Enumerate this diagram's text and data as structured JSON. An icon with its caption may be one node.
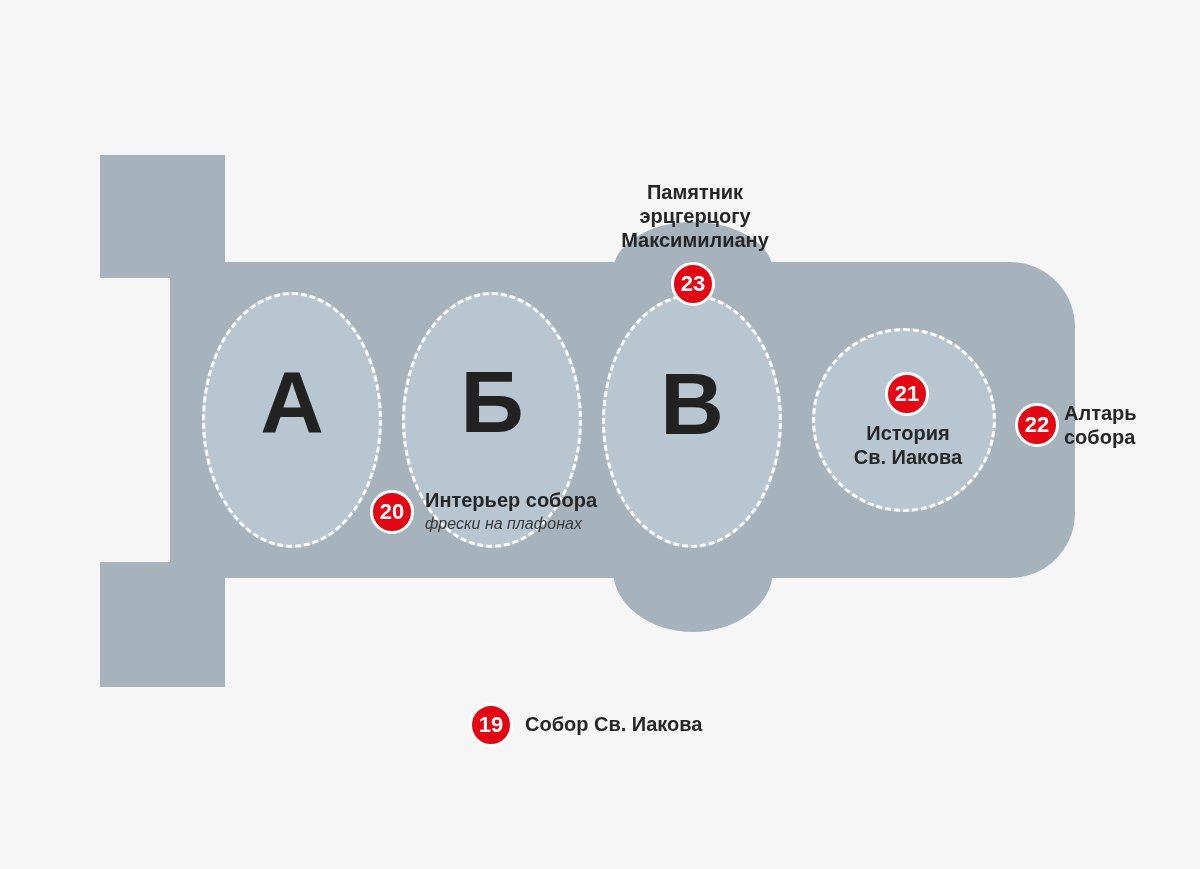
{
  "diagram": {
    "nodes": [
      {
        "text": [
          "23"
        ],
        "beside": [
          "Памятник эрцгерцогу Максимилиану"
        ]
      },
      {
        "text": [
          "А"
        ]
      },
      {
        "text": [
          "Б"
        ]
      },
      {
        "text": [
          "В"
        ]
      },
      {
        "text": [],
        "shape": "circle"
      },
      {
        "text": [
          "21"
        ],
        "in": 4,
        "beside": [
          "История Св. Иакова"
        ]
      },
      {
        "text": [
          "22"
        ],
        "beside": [
          "Алтарь собора"
        ]
      },
      {
        "text": [
          "20"
        ],
        "beside": [
          "Интерьер собора",
          "фрески на плафонах"
        ]
      },
      {
        "text": [
          "19"
        ],
        "beside": [
          "Собор Св. Иакова"
        ]
      }
    ]
  }
}
